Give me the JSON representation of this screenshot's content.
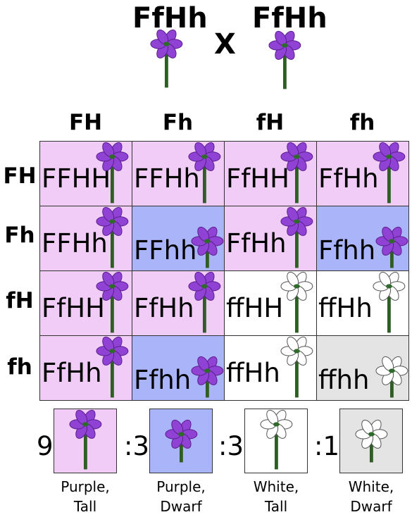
{
  "colors": {
    "purple_bg": "#f0ccf7",
    "blue_bg": "#aab4f8",
    "white_bg": "#ffffff",
    "gray_bg": "#e4e4e4",
    "petal_purple": "#9042d4",
    "petal_purple_stroke": "#5b1f8f",
    "petal_white": "#ffffff",
    "petal_white_stroke": "#555555",
    "stem": "#2f5e25",
    "center": "#2e6a2a"
  },
  "parents": {
    "left": "FfHh",
    "cross": "X",
    "right": "FfHh"
  },
  "columns": [
    "FH",
    "Fh",
    "fH",
    "fh"
  ],
  "rows": [
    "FH",
    "Fh",
    "fH",
    "fh"
  ],
  "grid": [
    [
      {
        "genotype": "FFHH",
        "phenotype": "purple-tall"
      },
      {
        "genotype": "FFHh",
        "phenotype": "purple-tall"
      },
      {
        "genotype": "FfHH",
        "phenotype": "purple-tall"
      },
      {
        "genotype": "FfHh",
        "phenotype": "purple-tall"
      }
    ],
    [
      {
        "genotype": "FFHh",
        "phenotype": "purple-tall"
      },
      {
        "genotype": "FFhh",
        "phenotype": "purple-dwarf"
      },
      {
        "genotype": "FfHh",
        "phenotype": "purple-tall"
      },
      {
        "genotype": "Ffhh",
        "phenotype": "purple-dwarf"
      }
    ],
    [
      {
        "genotype": "FfHH",
        "phenotype": "purple-tall"
      },
      {
        "genotype": "FfHh",
        "phenotype": "purple-tall"
      },
      {
        "genotype": "ffHH",
        "phenotype": "white-tall"
      },
      {
        "genotype": "ffHh",
        "phenotype": "white-tall"
      }
    ],
    [
      {
        "genotype": "FfHh",
        "phenotype": "purple-tall"
      },
      {
        "genotype": "Ffhh",
        "phenotype": "purple-dwarf"
      },
      {
        "genotype": "ffHh",
        "phenotype": "white-tall"
      },
      {
        "genotype": "ffhh",
        "phenotype": "white-dwarf"
      }
    ]
  ],
  "summary": [
    {
      "ratio": "9",
      "caption_line1": "Purple,",
      "caption_line2": "Tall",
      "phenotype": "purple-tall"
    },
    {
      "ratio": ":3",
      "caption_line1": "Purple,",
      "caption_line2": "Dwarf",
      "phenotype": "purple-dwarf"
    },
    {
      "ratio": ":3",
      "caption_line1": "White,",
      "caption_line2": "Tall",
      "phenotype": "white-tall"
    },
    {
      "ratio": ":1",
      "caption_line1": "White,",
      "caption_line2": "Dwarf",
      "phenotype": "white-dwarf"
    }
  ]
}
